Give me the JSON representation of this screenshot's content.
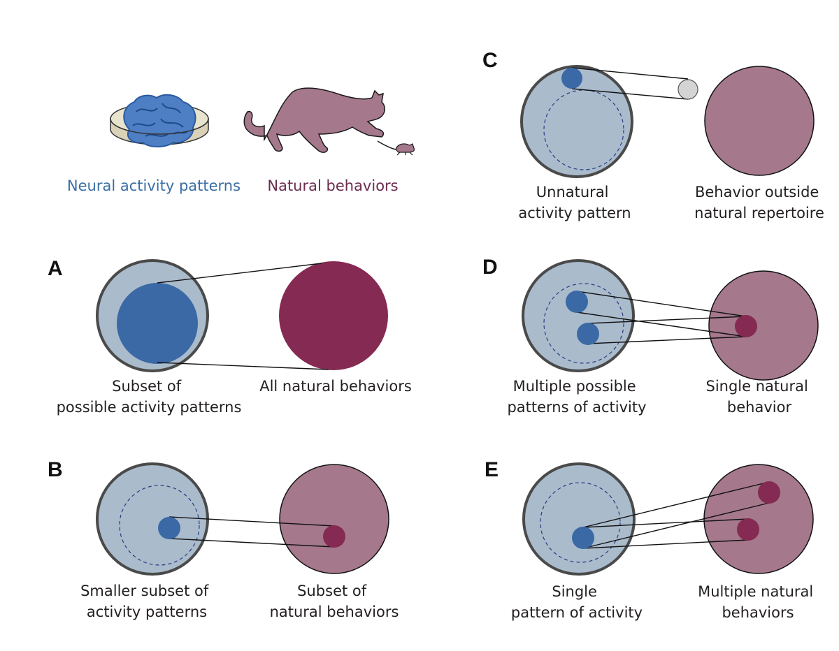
{
  "colors": {
    "neural_fill": "#aabbcc",
    "neural_ring": "#4a4a4a",
    "neural_subset": "#3a69a5",
    "behavior_light": "#a5788b",
    "behavior_dark": "#852a52",
    "gray_dot": "#d4d4d4",
    "legend_neural": "#3a6ea5",
    "legend_behavior": "#6b2d4f"
  },
  "legend": {
    "neural_label": "Neural activity patterns",
    "behavior_label": "Natural behaviors",
    "neural_icon": "brain-in-dish-icon",
    "behavior_icon": "cat-chasing-mouse-icon"
  },
  "panels": {
    "A": {
      "letter": "A",
      "left_caption": [
        "Subset of",
        "possible activity patterns"
      ],
      "right_caption": [
        "All natural behaviors"
      ]
    },
    "B": {
      "letter": "B",
      "left_caption": [
        "Smaller subset of",
        "activity patterns"
      ],
      "right_caption": [
        "Subset of",
        "natural behaviors"
      ]
    },
    "C": {
      "letter": "C",
      "left_caption": [
        "Unnatural",
        "activity pattern"
      ],
      "right_caption": [
        "Behavior outside",
        "natural repertoire"
      ]
    },
    "D": {
      "letter": "D",
      "left_caption": [
        "Multiple possible",
        "patterns of activity"
      ],
      "right_caption": [
        "Single natural",
        "behavior"
      ]
    },
    "E": {
      "letter": "E",
      "left_caption": [
        "Single",
        "pattern of activity"
      ],
      "right_caption": [
        "Multiple natural",
        "behaviors"
      ]
    }
  }
}
